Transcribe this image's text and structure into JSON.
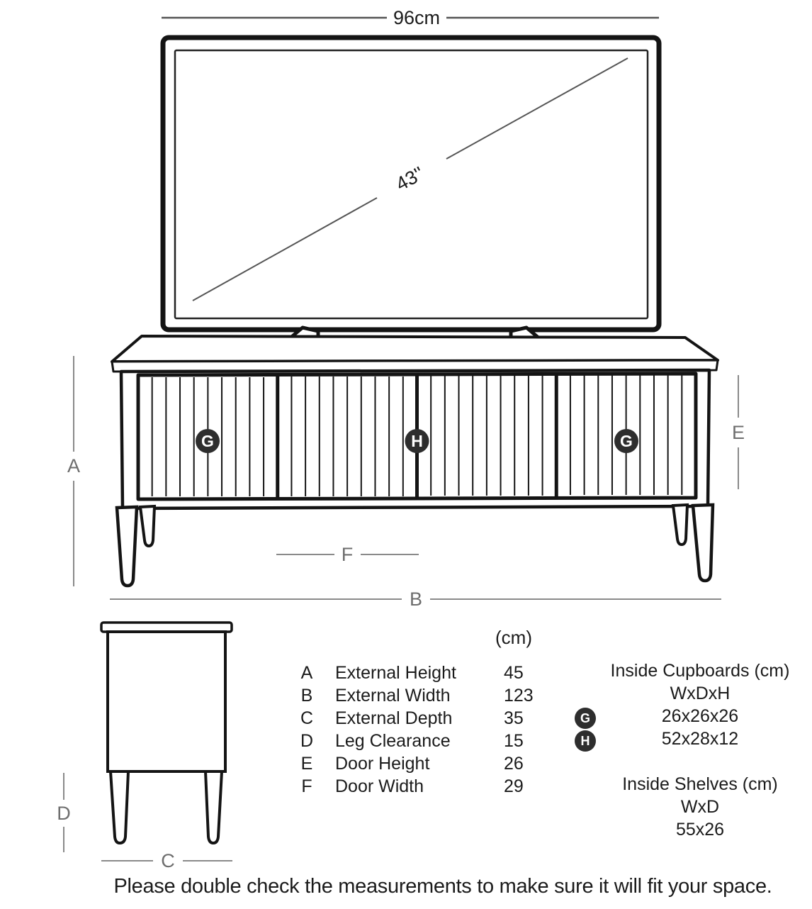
{
  "colors": {
    "ink": "#141414",
    "dim_line": "#8a8a8a",
    "dim_text": "#6e6e6e",
    "badge": "#2e2e2e",
    "text": "#1b1b1b"
  },
  "tv": {
    "width_label": "96cm",
    "diagonal_label": "43''"
  },
  "front_view": {
    "labels": {
      "A": "A",
      "B": "B",
      "E": "E",
      "F": "F"
    },
    "badges": {
      "left": "G",
      "middle": "H",
      "right": "G"
    }
  },
  "side_view": {
    "labels": {
      "C": "C",
      "D": "D"
    }
  },
  "table": {
    "unit_header": "(cm)",
    "rows": [
      {
        "letter": "A",
        "label": "External Height",
        "value": "45"
      },
      {
        "letter": "B",
        "label": "External Width",
        "value": "123"
      },
      {
        "letter": "C",
        "label": "External Depth",
        "value": "35"
      },
      {
        "letter": "D",
        "label": "Leg Clearance",
        "value": "15"
      },
      {
        "letter": "E",
        "label": "Door Height",
        "value": "26"
      },
      {
        "letter": "F",
        "label": "Door Width",
        "value": "29"
      }
    ]
  },
  "cupboards": {
    "title": "Inside Cupboards (cm)",
    "dims_header": "WxDxH",
    "rows": [
      {
        "badge": "G",
        "value": "26x26x26"
      },
      {
        "badge": "H",
        "value": "52x28x12"
      }
    ]
  },
  "shelves": {
    "title": "Inside Shelves (cm)",
    "dims_header": "WxD",
    "value": "55x26"
  },
  "note": "Please double check the measurements to make sure it will fit your space."
}
